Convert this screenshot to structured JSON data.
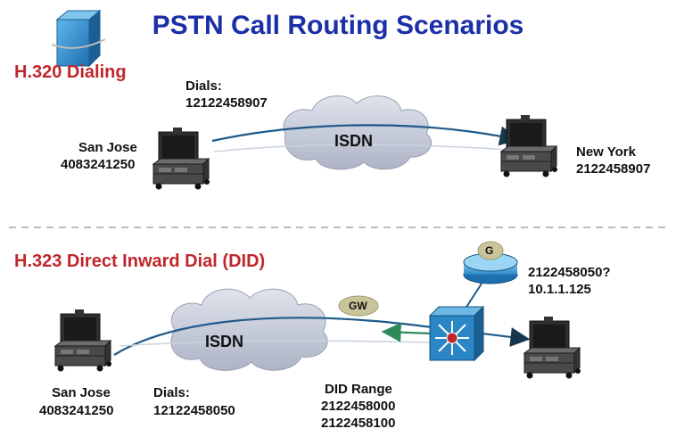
{
  "title": "PSTN Call Routing Scenarios",
  "scenario1": {
    "heading": "H.320 Dialing",
    "caller": {
      "city": "San Jose",
      "number": "4083241250"
    },
    "dials_label": "Dials:",
    "dials_number": "12122458907",
    "network": "ISDN",
    "callee": {
      "city": "New York",
      "number": "2122458907"
    }
  },
  "scenario2": {
    "heading": "H.323 Direct Inward Dial (DID)",
    "caller": {
      "city": "San Jose",
      "number": "4083241250"
    },
    "dials_label": "Dials:",
    "dials_number": "12122458050",
    "network": "ISDN",
    "gateway_label": "GW",
    "gatekeeper_label": "G",
    "query_number": "2122458050?",
    "query_ip": "10.1.1.125",
    "did_range_label": "DID Range",
    "did_range_start": "2122458000",
    "did_range_end": "2122458100"
  },
  "colors": {
    "title": "#1a2fa8",
    "heading": "#c0262c",
    "link": "#1e5a8a",
    "cloud": "#c7ccd9",
    "switch": "#2b86c6",
    "gw_oval": "#c9c49a"
  }
}
